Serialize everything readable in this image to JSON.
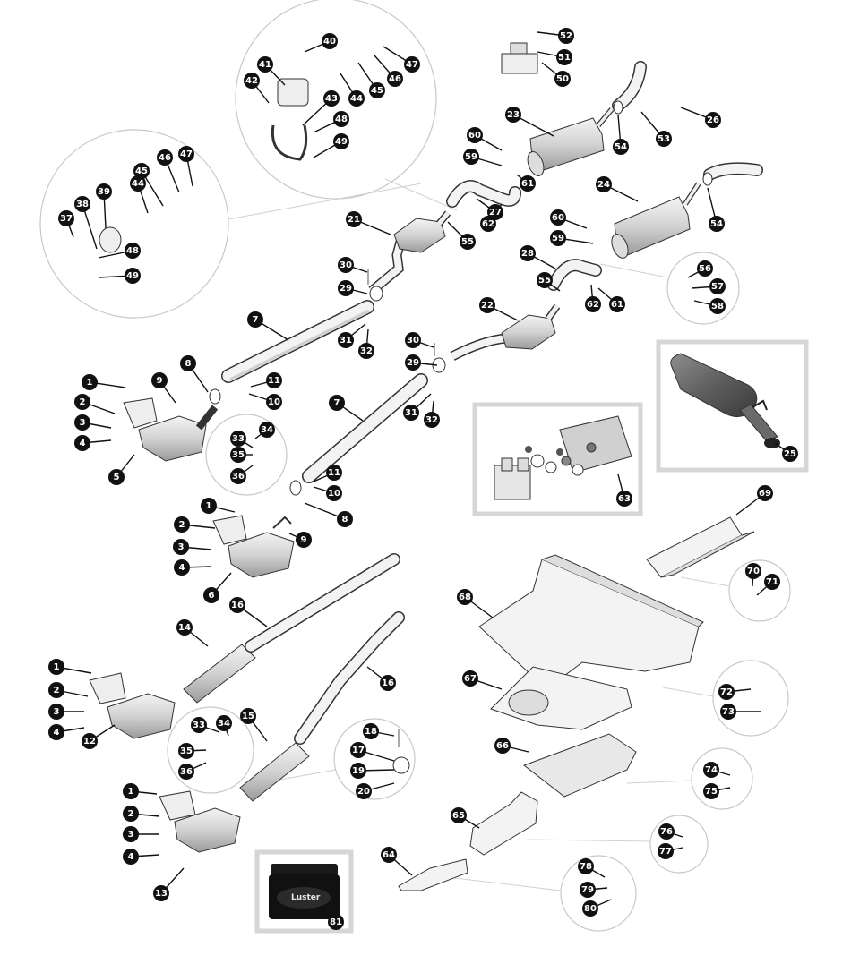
{
  "callouts": [
    "1",
    "2",
    "3",
    "4",
    "5",
    "6",
    "7",
    "8",
    "9",
    "10",
    "11",
    "12",
    "13",
    "14",
    "15",
    "16",
    "17",
    "18",
    "19",
    "20",
    "21",
    "22",
    "23",
    "24",
    "25",
    "26",
    "27",
    "28",
    "29",
    "30",
    "31",
    "32",
    "33",
    "34",
    "35",
    "36",
    "37",
    "38",
    "39",
    "40",
    "41",
    "42",
    "43",
    "44",
    "45",
    "46",
    "47",
    "48",
    "49",
    "50",
    "51",
    "52",
    "53",
    "54",
    "55",
    "56",
    "57",
    "58",
    "59",
    "60",
    "61",
    "62",
    "63",
    "64",
    "65",
    "66",
    "67",
    "68",
    "69",
    "70",
    "71",
    "72",
    "73",
    "74",
    "75",
    "76",
    "77",
    "78",
    "79",
    "80",
    "81"
  ],
  "product_label": "Luster"
}
